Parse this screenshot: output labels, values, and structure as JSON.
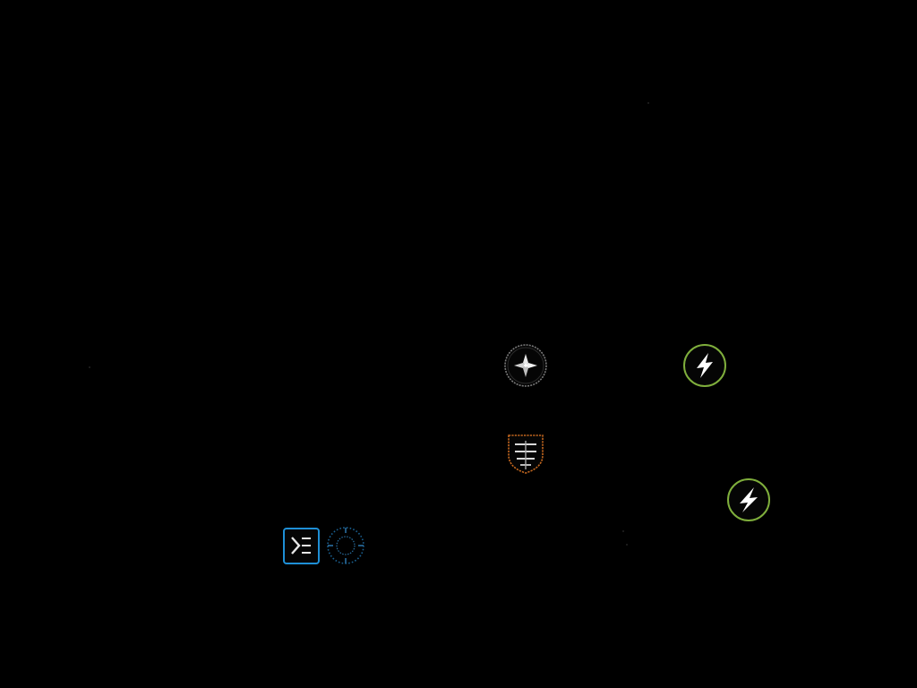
{
  "scene": {
    "background": "#000000"
  },
  "nodes": [
    {
      "name": "compass-node",
      "icon": "compass-icon",
      "ring_color": "#7a7a7a",
      "glyph_color": "#e8e8e8"
    },
    {
      "name": "power-node-upper",
      "icon": "lightning-bolt-icon",
      "ring_color": "#7fae3c",
      "glyph_color": "#ffffff"
    },
    {
      "name": "shield-node",
      "icon": "shield-icon",
      "ring_color": "#c2661e",
      "glyph_color": "#d9d9d9"
    },
    {
      "name": "power-node-lower",
      "icon": "lightning-bolt-icon",
      "ring_color": "#7fae3c",
      "glyph_color": "#ffffff"
    },
    {
      "name": "terminal-node",
      "icon": "terminal-prompt-icon",
      "ring_color": "#1e8fd6",
      "glyph_color": "#e8e8e8"
    },
    {
      "name": "gear-node",
      "icon": "gear-icon",
      "ring_color": "#1a5f8f",
      "glyph_color": "#2a6fa0"
    }
  ]
}
